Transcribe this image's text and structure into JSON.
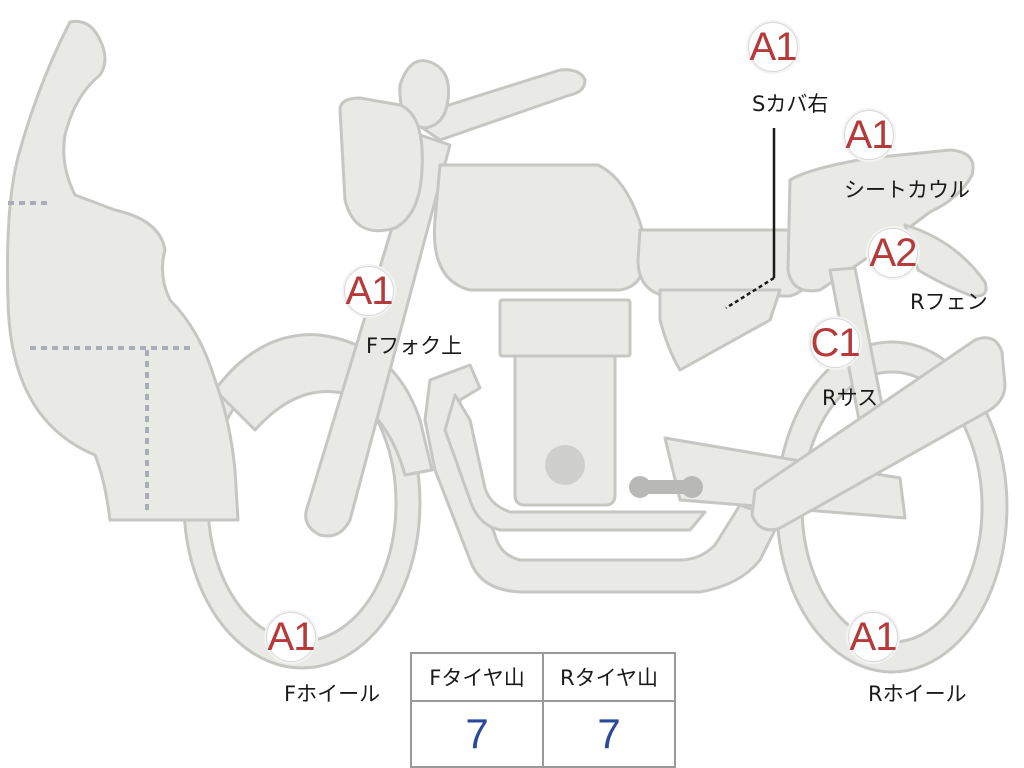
{
  "parts": [
    {
      "id": "s-cover-right",
      "grade": "A1",
      "label": "Sカバ右"
    },
    {
      "id": "seat-cowl",
      "grade": "A1",
      "label": "シートカウル"
    },
    {
      "id": "r-fender",
      "grade": "A2",
      "label": "Rフェン"
    },
    {
      "id": "f-fork-upper",
      "grade": "A1",
      "label": "Fフォク上"
    },
    {
      "id": "r-suspension",
      "grade": "C1",
      "label": "Rサス"
    },
    {
      "id": "f-wheel",
      "grade": "A1",
      "label": "Fホイール"
    },
    {
      "id": "r-wheel",
      "grade": "A1",
      "label": "Rホイール"
    }
  ],
  "tire_table": {
    "headers": [
      "Fタイヤ山",
      "Rタイヤ山"
    ],
    "values": [
      "7",
      "7"
    ]
  },
  "colors": {
    "body_fill": "#e9e9e6",
    "body_stroke": "#c6c6c3",
    "grade_text": "#b53a3a",
    "tire_value_text": "#2b4a9a"
  }
}
